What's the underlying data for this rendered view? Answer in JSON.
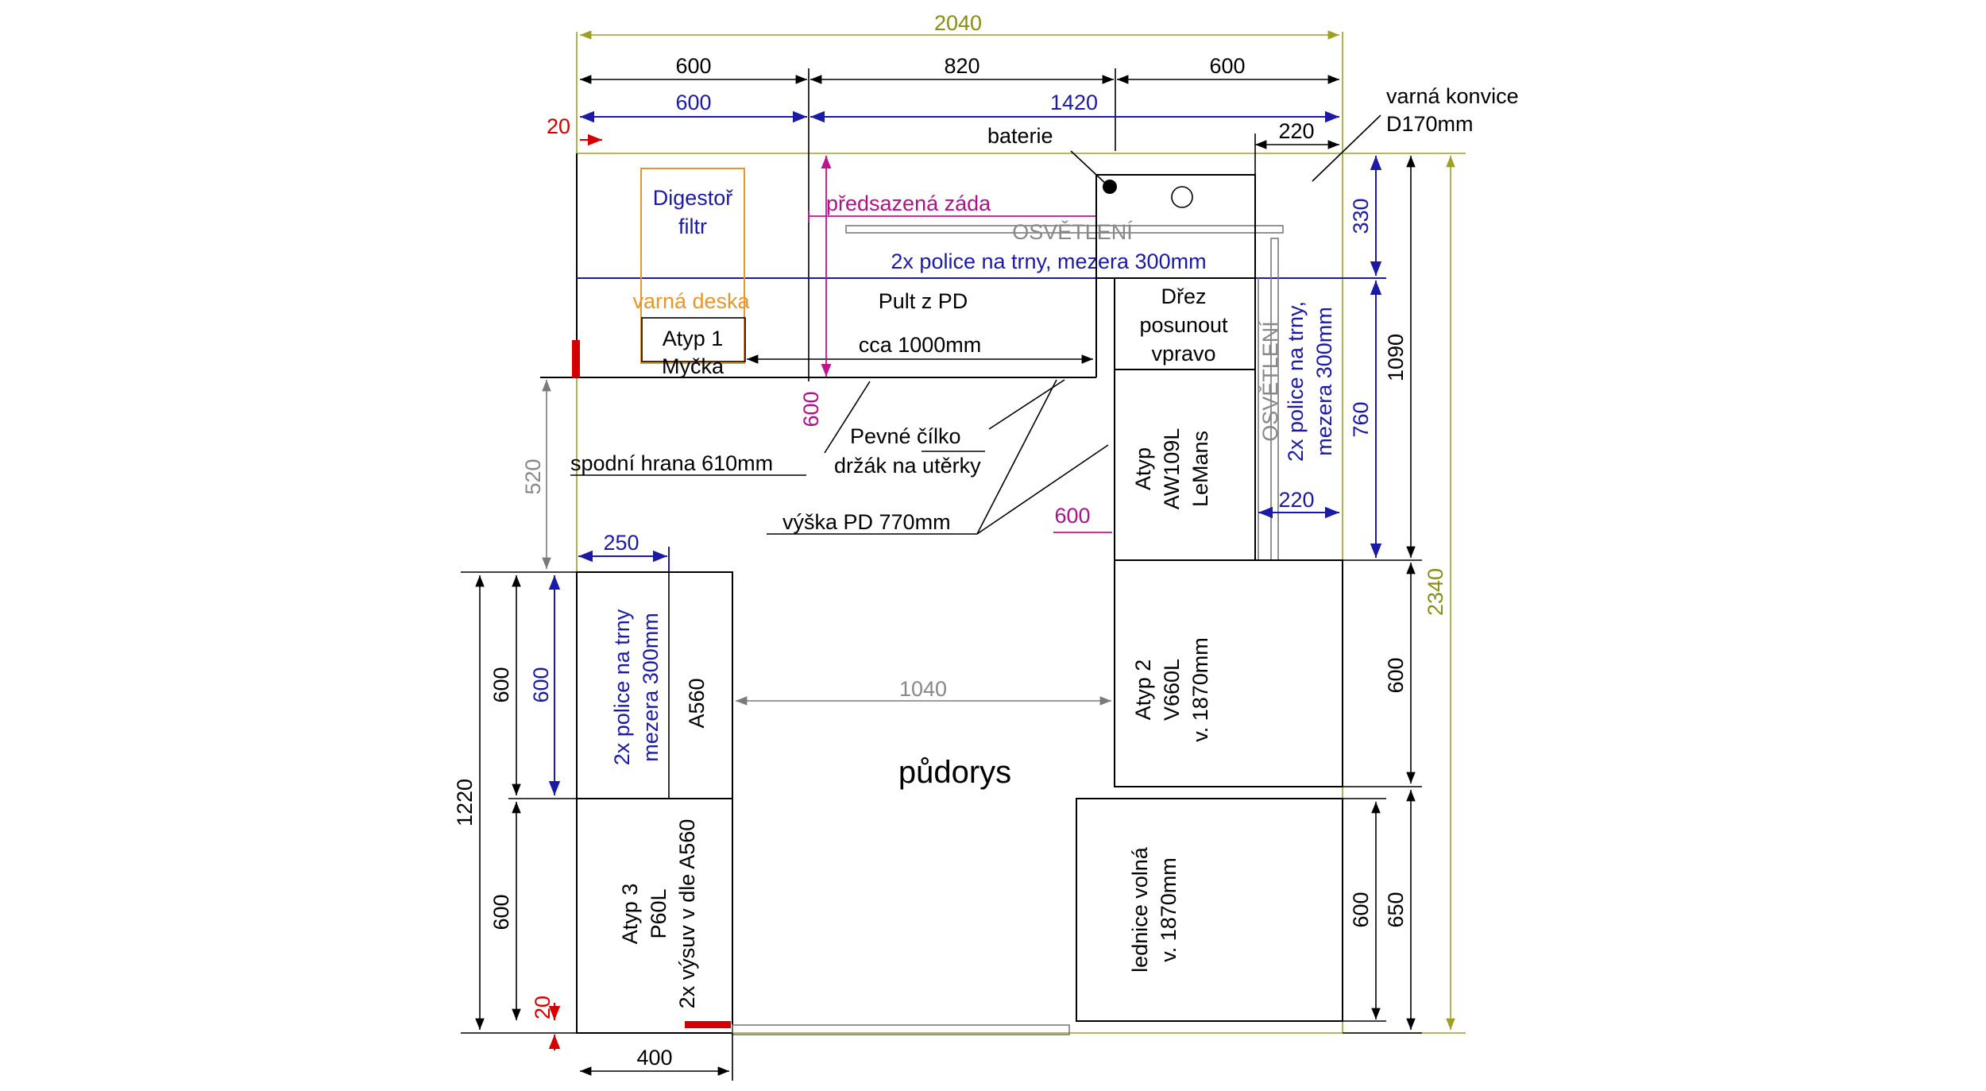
{
  "colors": {
    "black": "#000000",
    "blue": "#1a1aa6",
    "magenta": "#c0148c",
    "olive": "#a0a020",
    "orange": "#e8962a",
    "gray": "#7a7a7a",
    "red": "#d40000"
  },
  "dims": {
    "total_width": "2040",
    "top_left_600": "600",
    "top_mid_820": "820",
    "top_right_600": "600",
    "blue_600": "600",
    "blue_1420": "1420",
    "red_20_top": "20",
    "dim_220_top": "220",
    "dim_330": "330",
    "dim_760": "760",
    "dim_1090": "1090",
    "dim_2340": "2340",
    "dim_600_magenta_v": "600",
    "dim_600_magenta_h": "600",
    "dim_220_mid": "220",
    "dim_520": "520",
    "dim_250": "250",
    "dim_600_left_outer": "600",
    "dim_600_left_blue": "600",
    "dim_1220": "1220",
    "dim_600_left_lower": "600",
    "red_20_bottom": "20",
    "dim_400": "400",
    "dim_1040": "1040",
    "dim_600_right_mid": "600",
    "dim_600_fridge": "600",
    "dim_650": "650"
  },
  "labels": {
    "varna_konvice_1": "varná konvice",
    "varna_konvice_2": "D170mm",
    "baterie": "baterie",
    "digestor_1": "Digestoř",
    "digestor_2": "filtr",
    "predsazena_zada": "předsazená záda",
    "osvetleni_top": "OSVĚTLENÍ",
    "police_top": "2x police na trny, mezera 300mm",
    "varna_deska": "varná deska",
    "pult": "Pult z PD",
    "drez_1": "Dřez",
    "drez_2": "posunout",
    "drez_3": "vpravo",
    "atyp1_1": "Atyp 1",
    "atyp1_2": "Myčka",
    "cca": "cca 1000mm",
    "osvetleni_right": "OSVĚTLENÍ",
    "police_right_1": "2x police na trny,",
    "police_right_2": "mezera 300mm",
    "spodni_hrana": "spodní hrana 610mm",
    "pevne_1": "Pevné čílko",
    "pevne_2": "držák na utěrky",
    "vyska_pd": "výška PD 770mm",
    "atyp_aw_1": "Atyp",
    "atyp_aw_2": "AW109L",
    "atyp_aw_3": "LeMans",
    "police_left_1": "2x police na trny",
    "police_left_2": "mezera 300mm",
    "a560": "A560",
    "atyp2_1": "Atyp 2",
    "atyp2_2": "V660L",
    "atyp2_3": "v. 1870mm",
    "pudorys": "půdorys",
    "atyp3_1": "Atyp 3",
    "atyp3_2": "P60L",
    "atyp3_3": "2x výsuv v dle A560",
    "lednice_1": "lednice volná",
    "lednice_2": "v. 1870mm"
  }
}
